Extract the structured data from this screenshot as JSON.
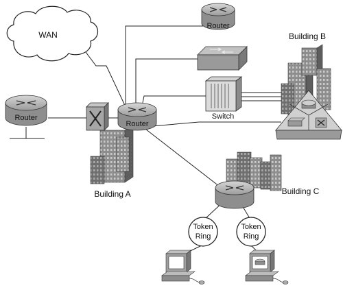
{
  "labels": {
    "wan": "WAN",
    "router_top": "Router",
    "router_left": "Router",
    "router_center": "Router",
    "switch": "Switch",
    "building_a": "Building A",
    "building_b": "Building B",
    "building_c": "Building C",
    "token_ring_1_line1": "Token",
    "token_ring_1_line2": "Ring",
    "token_ring_2_line1": "Token",
    "token_ring_2_line2": "Ring"
  },
  "colors": {
    "device_dark": "#6e6e6e",
    "device_mid": "#9a9a9a",
    "device_light": "#c8c8c8",
    "building": "#8a8a8a",
    "line": "#222222"
  },
  "icons": {
    "wan": "cloud-icon",
    "router": "router-icon",
    "switch": "switch-icon",
    "hub": "hub-icon",
    "atm_switch": "atm-switch-icon",
    "building": "building-icon",
    "workstation": "workstation-icon",
    "token_ring": "token-ring-icon"
  }
}
